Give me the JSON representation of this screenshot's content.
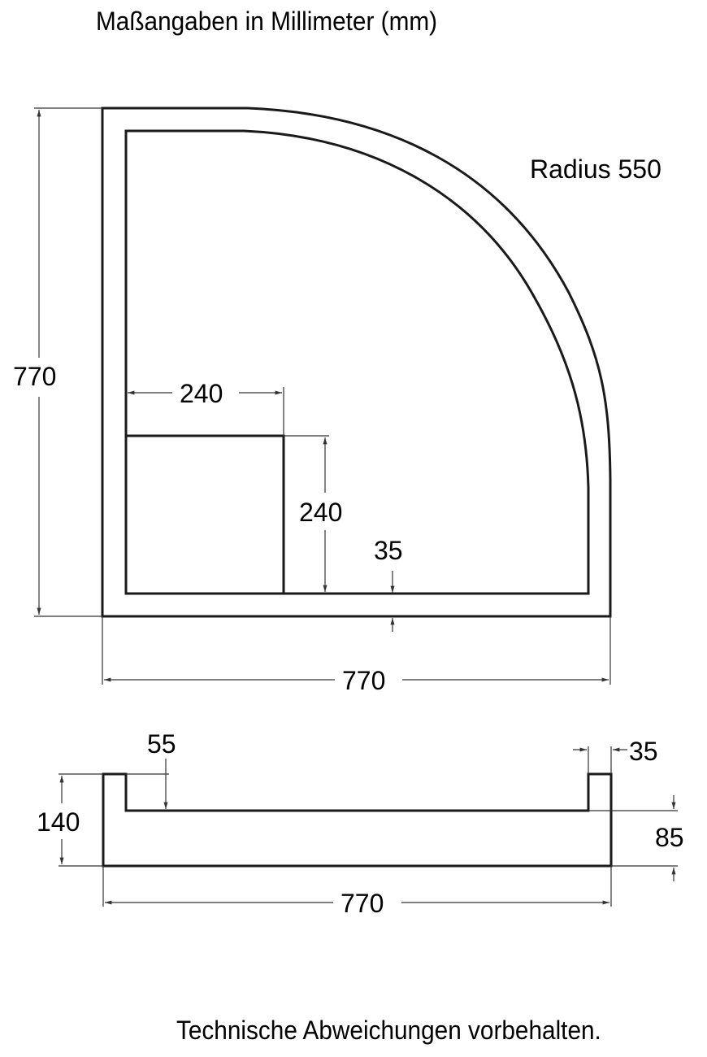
{
  "header": {
    "title": "Maßangaben in Millimeter (mm)"
  },
  "top_view": {
    "radius_label": "Radius 550",
    "height_label": "770",
    "width_label": "770",
    "seat_width_label": "240",
    "seat_depth_label": "240",
    "rim_label": "35"
  },
  "side_view": {
    "total_height_label": "140",
    "rim_height_label": "55",
    "rim_width_label": "35",
    "base_height_label": "85",
    "width_label": "770"
  },
  "footer": {
    "note": "Technische Abweichungen vorbehalten."
  },
  "colors": {
    "line": "#1a1a1a",
    "dimension": "#333333",
    "background": "#ffffff"
  }
}
